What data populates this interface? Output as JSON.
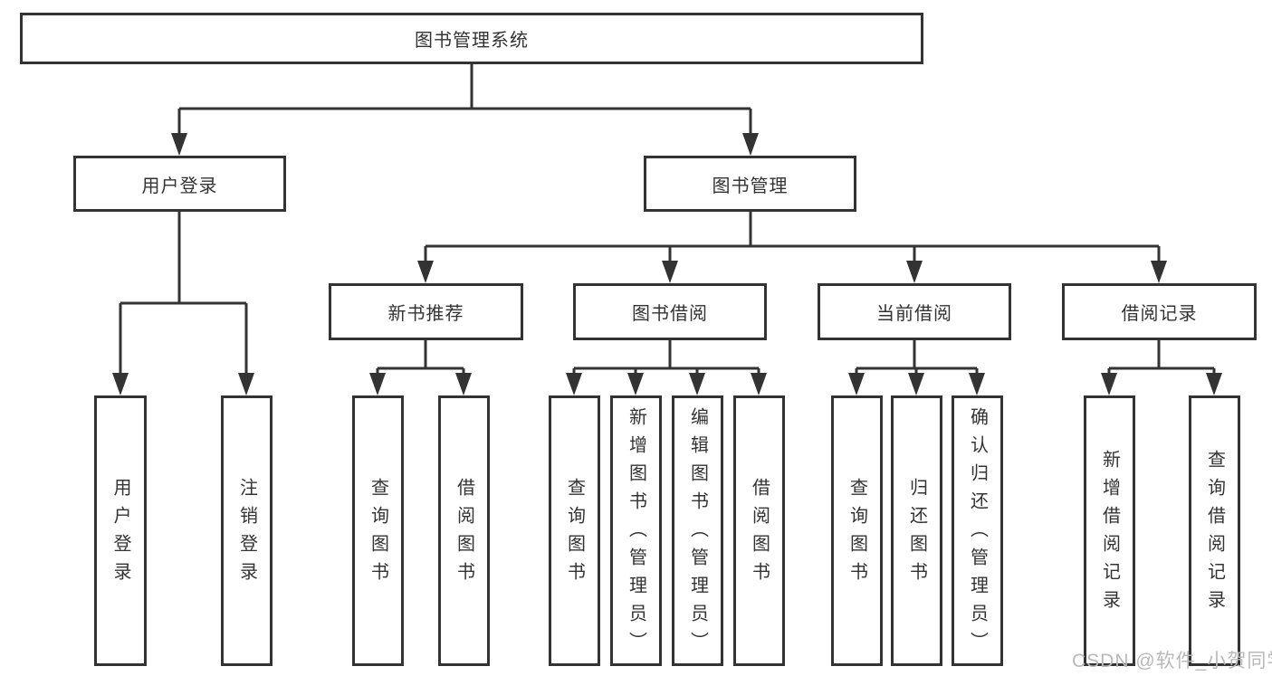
{
  "diagram": {
    "type": "tree",
    "root": {
      "label": "图书管理系统"
    },
    "level2": [
      {
        "label": "用户登录"
      },
      {
        "label": "图书管理"
      }
    ],
    "level3": [
      {
        "label": "新书推荐"
      },
      {
        "label": "图书借阅"
      },
      {
        "label": "当前借阅"
      },
      {
        "label": "借阅记录"
      }
    ],
    "leaves": {
      "user_login": [
        {
          "label": "用户登录"
        },
        {
          "label": "注销登录"
        }
      ],
      "new_book": [
        {
          "label": "查询图书"
        },
        {
          "label": "借阅图书"
        }
      ],
      "book_borrow": [
        {
          "label": "查询图书"
        },
        {
          "label": "新增图书（管理员）"
        },
        {
          "label": "编辑图书（管理员）"
        },
        {
          "label": "借阅图书"
        }
      ],
      "current_borrow": [
        {
          "label": "查询图书"
        },
        {
          "label": "归还图书"
        },
        {
          "label": "确认归还（管理员）"
        }
      ],
      "borrow_records": [
        {
          "label": "新增借阅记录"
        },
        {
          "label": "查询借阅记录"
        }
      ]
    },
    "watermark": "CSDN @软件_小贺同学",
    "colors": {
      "line": "#333333",
      "box_border": "#333333",
      "box_fill": "#ffffff",
      "text": "#333333",
      "watermark": "#b9b9b9"
    }
  }
}
